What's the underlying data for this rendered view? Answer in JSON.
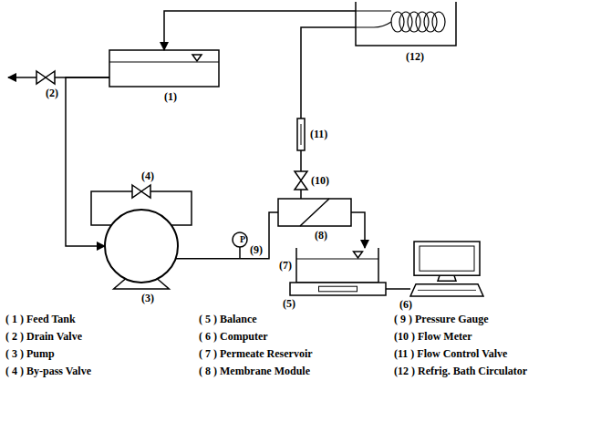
{
  "diagram": {
    "nodes": [
      {
        "text": [
          "(1)"
        ]
      },
      {
        "text": [
          "(2)"
        ]
      },
      {
        "text": [
          "(4)"
        ]
      },
      {
        "text": [
          "(3)"
        ]
      },
      {
        "text": [
          "P",
          "(9)"
        ]
      },
      {
        "text": [
          "(12)"
        ]
      },
      {
        "text": [
          "(11)"
        ]
      },
      {
        "text": [
          "(10)"
        ]
      },
      {
        "text": [
          "(8)"
        ]
      },
      {
        "text": [
          "(7)"
        ]
      },
      {
        "text": [
          "(5)"
        ]
      },
      {
        "text": [
          "(6)"
        ]
      }
    ],
    "edges": [
      {
        "from": 5,
        "to": 0,
        "arrow": "to"
      },
      {
        "from": 0,
        "to": 3,
        "arrow": "to"
      },
      {
        "from": 0,
        "to": 1,
        "arrow": "none"
      },
      {
        "from": 3,
        "to": 2,
        "arrow": "none"
      },
      {
        "from": 2,
        "to": 3,
        "arrow": "none"
      },
      {
        "from": 3,
        "to": 8,
        "arrow": "none"
      },
      {
        "from": 8,
        "to": 7,
        "arrow": "none"
      },
      {
        "from": 7,
        "to": 6,
        "arrow": "none"
      },
      {
        "from": 6,
        "to": 5,
        "arrow": "none"
      },
      {
        "from": 8,
        "to": 9,
        "arrow": "to"
      },
      {
        "from": 10,
        "to": 11,
        "arrow": "none"
      }
    ],
    "labels": [
      "( 1 ) Feed Tank",
      "( 2 ) Drain Valve",
      "( 3 ) Pump",
      "( 4 ) By-pass Valve",
      "( 5 ) Balance",
      "( 6 ) Computer",
      "( 7 ) Permeate Reservoir",
      "( 8 ) Membrane Module",
      "( 9 ) Pressure Gauge",
      "(10 ) Flow Meter",
      "(11 ) Flow Control Valve",
      "(12 ) Refrig. Bath Circulator"
    ]
  }
}
